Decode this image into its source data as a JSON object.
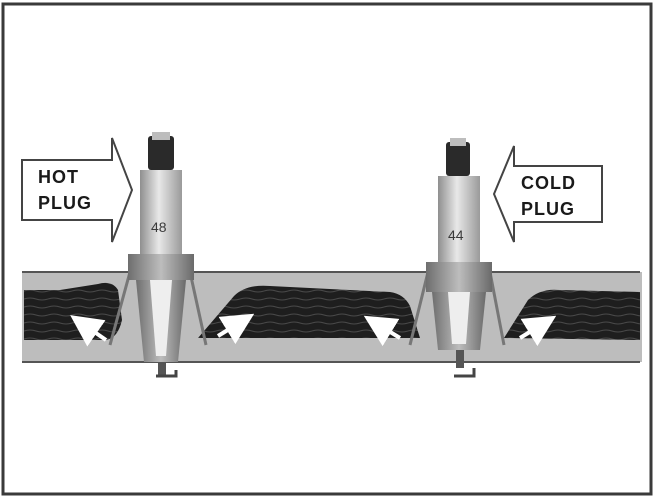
{
  "figure": {
    "hot_label": [
      "HOT",
      "PLUG"
    ],
    "cold_label": [
      "COLD",
      "PLUG"
    ],
    "hot_number": "48",
    "cold_number": "44"
  }
}
